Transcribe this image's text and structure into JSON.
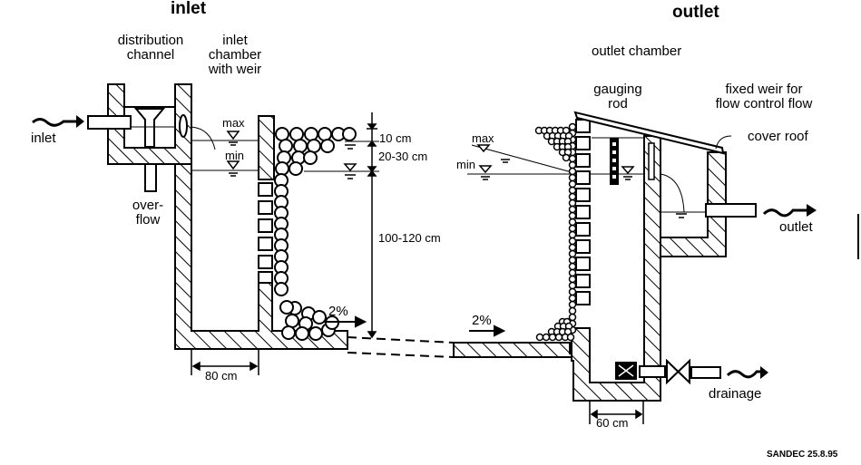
{
  "title_inlet": "inlet",
  "title_outlet": "outlet",
  "labels": {
    "distribution_channel": [
      "distribution",
      "channel"
    ],
    "inlet_chamber": [
      "inlet",
      "chamber",
      "with weir"
    ],
    "inlet": "inlet",
    "overflow": [
      "over-",
      "flow"
    ],
    "outlet_chamber": "outlet chamber",
    "gauging_rod": [
      "gauging",
      "rod"
    ],
    "fixed_weir": [
      "fixed weir for",
      "flow control flow"
    ],
    "cover_roof": "cover roof",
    "outlet": "outlet",
    "drainage": "drainage",
    "max": "max",
    "min": "min",
    "credit": "SANDEC 25.8.95"
  },
  "dimensions": {
    "freeboard": "10 cm",
    "level_range": "20-30 cm",
    "depth": "100-120 cm",
    "inlet_width": "80 cm",
    "outlet_width": "60 cm"
  },
  "slopes": [
    "2%",
    "2%"
  ]
}
